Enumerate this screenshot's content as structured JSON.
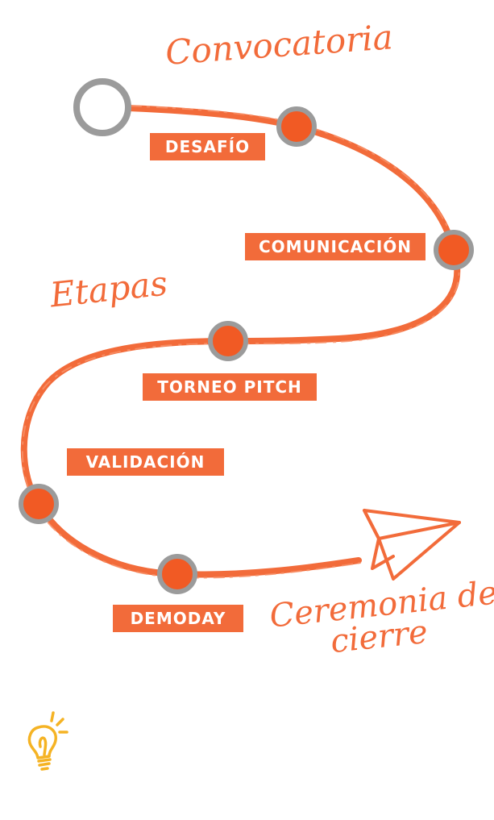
{
  "headings": {
    "start": "Convocatoria",
    "middle": "Etapas",
    "end_line1": "Ceremonia de",
    "end_line2": "cierre"
  },
  "stages": [
    {
      "label": "DESAFÍO"
    },
    {
      "label": "COMUNICACIÓN"
    },
    {
      "label": "TORNEO PITCH"
    },
    {
      "label": "VALIDACIÓN"
    },
    {
      "label": "DEMODAY"
    }
  ],
  "colors": {
    "accent": "#f26b3a",
    "node_ring": "#9b9b9b",
    "bulb": "#f5b324"
  },
  "icons": {
    "end": "paper-plane-icon",
    "footer": "lightbulb-icon"
  }
}
